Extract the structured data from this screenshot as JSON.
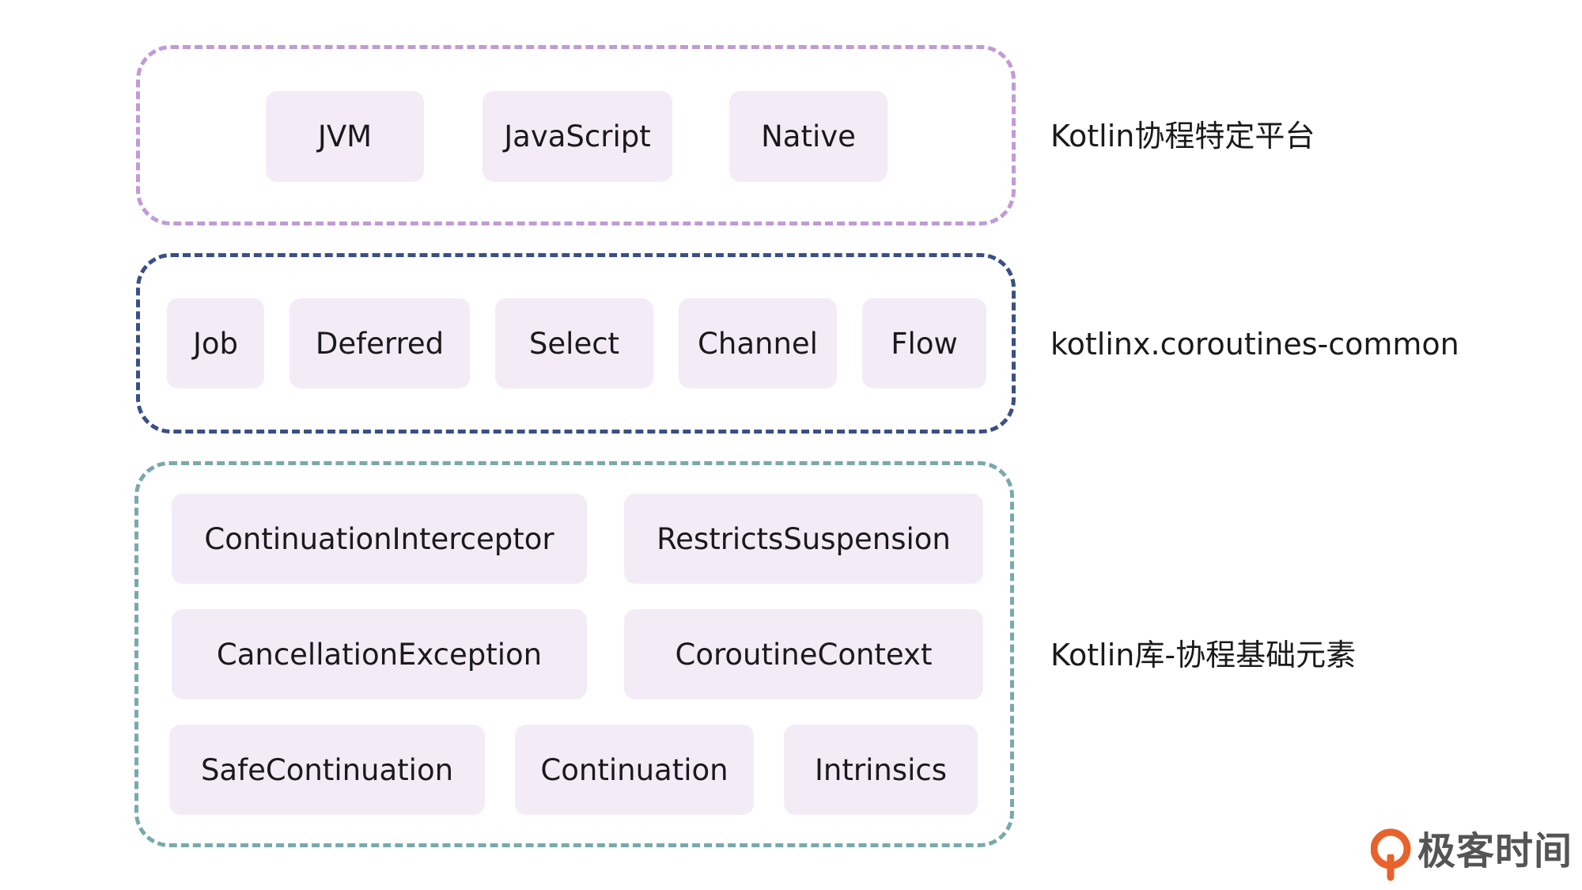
{
  "layers": [
    {
      "label": "Kotlin协程特定平台",
      "color": "#c29ad6",
      "items": [
        "JVM",
        "JavaScript",
        "Native"
      ]
    },
    {
      "label": "kotlinx.coroutines-common",
      "color": "#3a4f86",
      "items": [
        "Job",
        "Deferred",
        "Select",
        "Channel",
        "Flow"
      ]
    },
    {
      "label": "Kotlin库-协程基础元素",
      "color": "#7aa9ac",
      "items": [
        "ContinuationInterceptor",
        "RestrictsSuspension",
        "CancellationException",
        "CoroutineContext",
        "SafeContinuation",
        "Continuation",
        "Intrinsics"
      ]
    }
  ],
  "logo": {
    "text": "极客时间",
    "icon": "geektime-logo-icon",
    "accent": "#e8622b"
  }
}
